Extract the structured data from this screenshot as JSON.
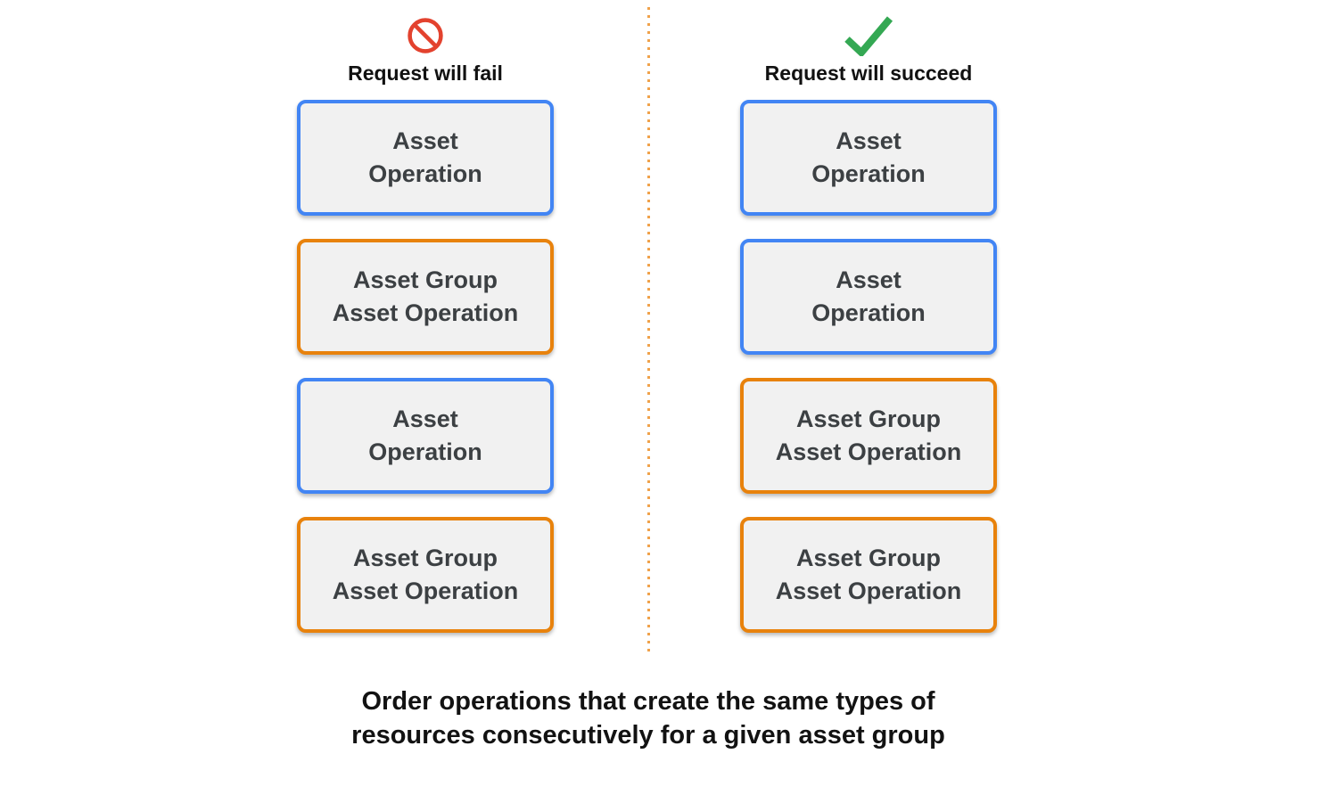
{
  "colors": {
    "blue": "#4285F4",
    "orange": "#E8820C",
    "red": "#E3422E",
    "green": "#34A853",
    "box-fill": "#F1F1F1",
    "box-text": "#3C4043",
    "divider": "#F0A24B",
    "heading-text": "#111111"
  },
  "fail_column": {
    "heading": "Request will fail",
    "icon": "prohibited-icon",
    "boxes": [
      {
        "type": "asset-operation",
        "border": "blue",
        "line1": "Asset",
        "line2": "Operation"
      },
      {
        "type": "asset-group-asset-operation",
        "border": "orange",
        "line1": "Asset Group",
        "line2": "Asset Operation"
      },
      {
        "type": "asset-operation",
        "border": "blue",
        "line1": "Asset",
        "line2": "Operation"
      },
      {
        "type": "asset-group-asset-operation",
        "border": "orange",
        "line1": "Asset Group",
        "line2": "Asset Operation"
      }
    ]
  },
  "succeed_column": {
    "heading": "Request will succeed",
    "icon": "checkmark-icon",
    "boxes": [
      {
        "type": "asset-operation",
        "border": "blue",
        "line1": "Asset",
        "line2": "Operation"
      },
      {
        "type": "asset-operation",
        "border": "blue",
        "line1": "Asset",
        "line2": "Operation"
      },
      {
        "type": "asset-group-asset-operation",
        "border": "orange",
        "line1": "Asset Group",
        "line2": "Asset Operation"
      },
      {
        "type": "asset-group-asset-operation",
        "border": "orange",
        "line1": "Asset Group",
        "line2": "Asset Operation"
      }
    ]
  },
  "caption": {
    "line1": "Order operations that create the same types of",
    "line2": "resources consecutively for a given asset group"
  }
}
